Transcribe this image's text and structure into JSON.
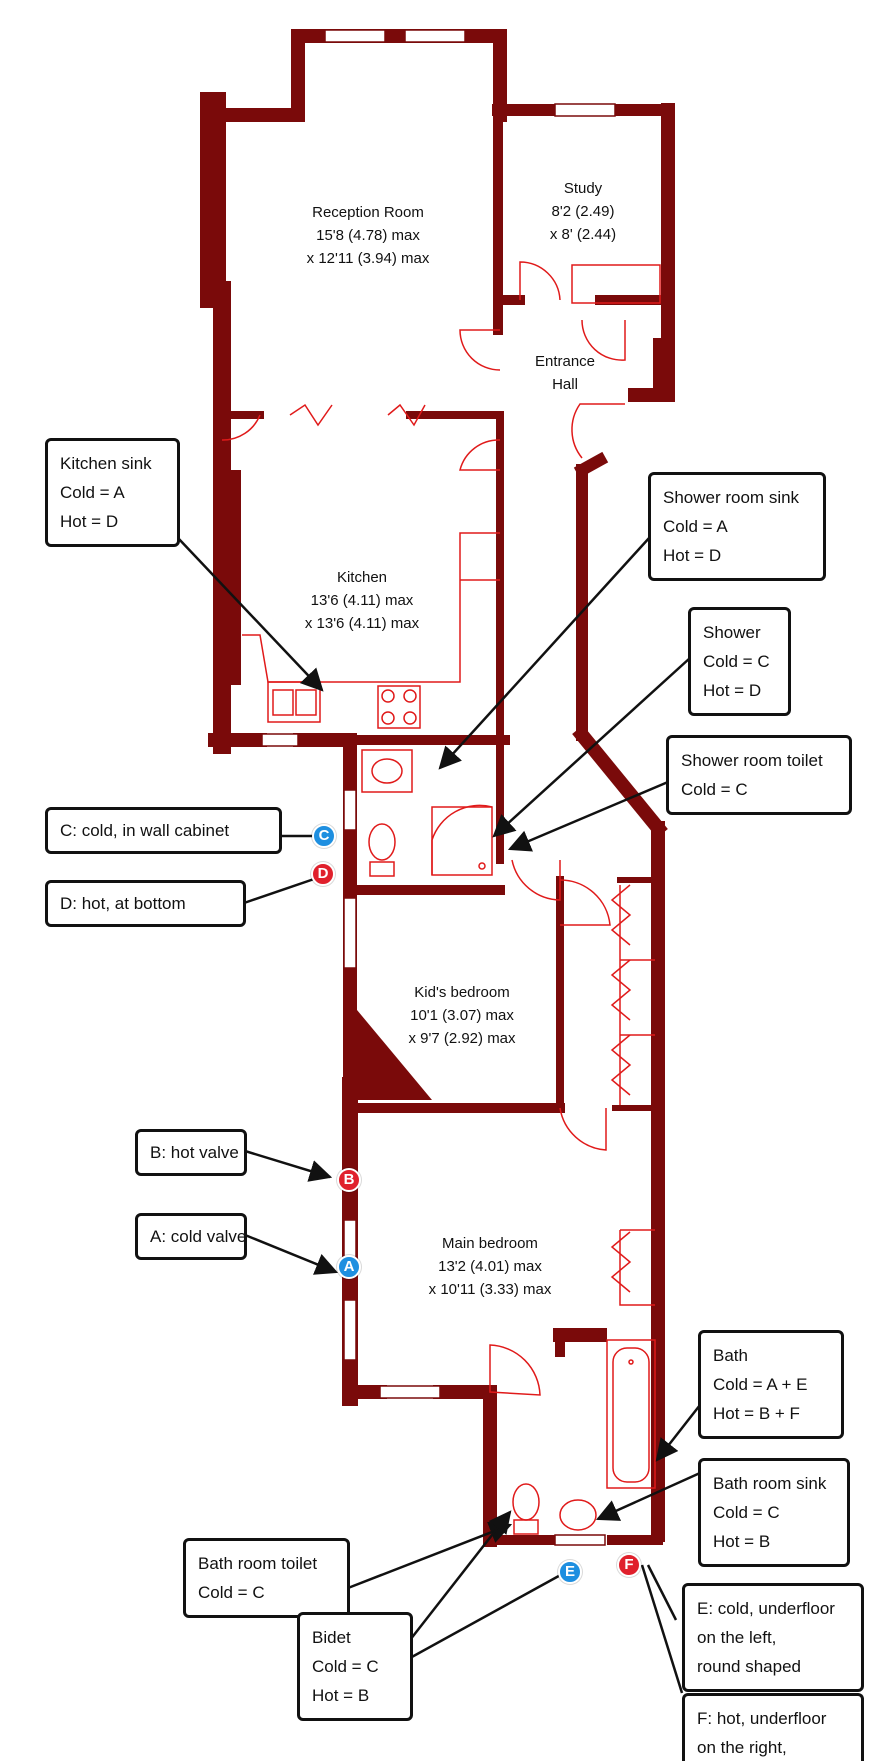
{
  "colors": {
    "wall": "#7a0a0a",
    "fixture": "#e01a1a",
    "cold": "#1e8fe0",
    "hot": "#e0202c",
    "arrow": "#111111"
  },
  "rooms": {
    "reception": [
      "Reception Room",
      "15'8 (4.78) max",
      "x 12'11 (3.94) max"
    ],
    "study": [
      "Study",
      "8'2 (2.49)",
      "x 8' (2.44)"
    ],
    "entrance": [
      "Entrance",
      "Hall"
    ],
    "kitchen": [
      "Kitchen",
      "13'6 (4.11) max",
      "x 13'6 (4.11) max"
    ],
    "kids": [
      "Kid's bedroom",
      "10'1 (3.07) max",
      "x 9'7 (2.92) max"
    ],
    "main": [
      "Main bedroom",
      "13'2 (4.01) max",
      "x 10'11 (3.33) max"
    ]
  },
  "callouts": {
    "kitchen_sink": [
      "Kitchen sink",
      "Cold = A",
      "Hot = D"
    ],
    "shower_room_sink": [
      "Shower room sink",
      "Cold = A",
      "Hot = D"
    ],
    "shower": [
      "Shower",
      "Cold = C",
      "Hot = D"
    ],
    "shower_room_toilet": [
      "Shower room toilet",
      "Cold = C"
    ],
    "c_note": [
      "C: cold, in wall cabinet"
    ],
    "d_note": [
      "D: hot, at bottom"
    ],
    "b_note": [
      "B: hot valve"
    ],
    "a_note": [
      "A: cold valve"
    ],
    "bath": [
      "Bath",
      "Cold = A + E",
      "Hot = B + F"
    ],
    "bath_room_sink": [
      "Bath room sink",
      "Cold = C",
      "Hot = B"
    ],
    "bath_room_toilet": [
      "Bath room toilet",
      "Cold = C"
    ],
    "bidet": [
      "Bidet",
      "Cold = C",
      "Hot = B"
    ],
    "e_note": [
      "E: cold, underfloor",
      "on the left,",
      "round shaped"
    ],
    "f_note": [
      "F: hot, underfloor",
      "on the right,"
    ]
  },
  "markers": {
    "a": {
      "letter": "A",
      "kind": "cold"
    },
    "b": {
      "letter": "B",
      "kind": "hot"
    },
    "c": {
      "letter": "C",
      "kind": "cold"
    },
    "d": {
      "letter": "D",
      "kind": "hot"
    },
    "e": {
      "letter": "E",
      "kind": "cold"
    },
    "f": {
      "letter": "F",
      "kind": "hot"
    }
  }
}
